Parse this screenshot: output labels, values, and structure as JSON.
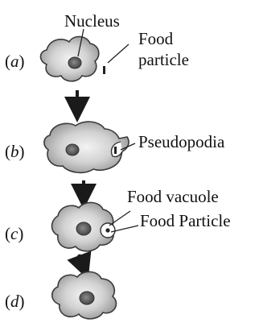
{
  "steps": [
    {
      "letter": "a"
    },
    {
      "letter": "b"
    },
    {
      "letter": "c"
    },
    {
      "letter": "d"
    }
  ],
  "labels": {
    "nucleus": "Nucleus",
    "food_particle_a_line1": "Food",
    "food_particle_a_line2": "particle",
    "pseudopodia": "Pseudopodia",
    "food_vacuole": "Food vacuole",
    "food_particle_c": "Food Particle"
  },
  "colors": {
    "cell_fill": "#bdbdbd",
    "cell_outline": "#3a3a3a",
    "nucleus": "#555555",
    "arrow": "#1a1a1a",
    "text": "#111111"
  }
}
